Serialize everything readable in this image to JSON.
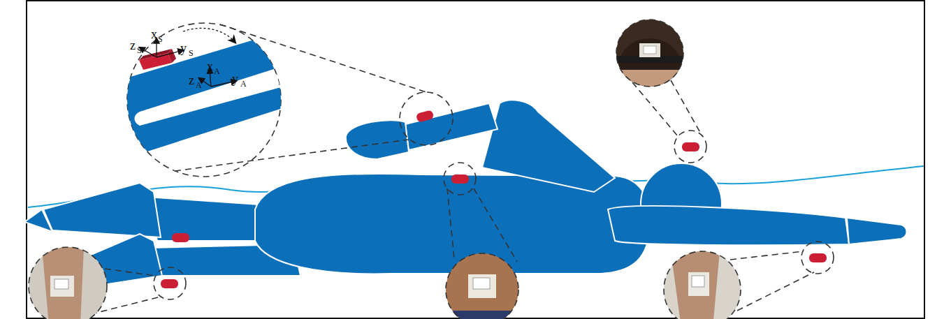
{
  "diagram": {
    "labels": [
      "x",
      "S",
      "z",
      "S",
      "y",
      "S",
      "x",
      "A",
      "z",
      "A",
      "y",
      "A"
    ]
  }
}
